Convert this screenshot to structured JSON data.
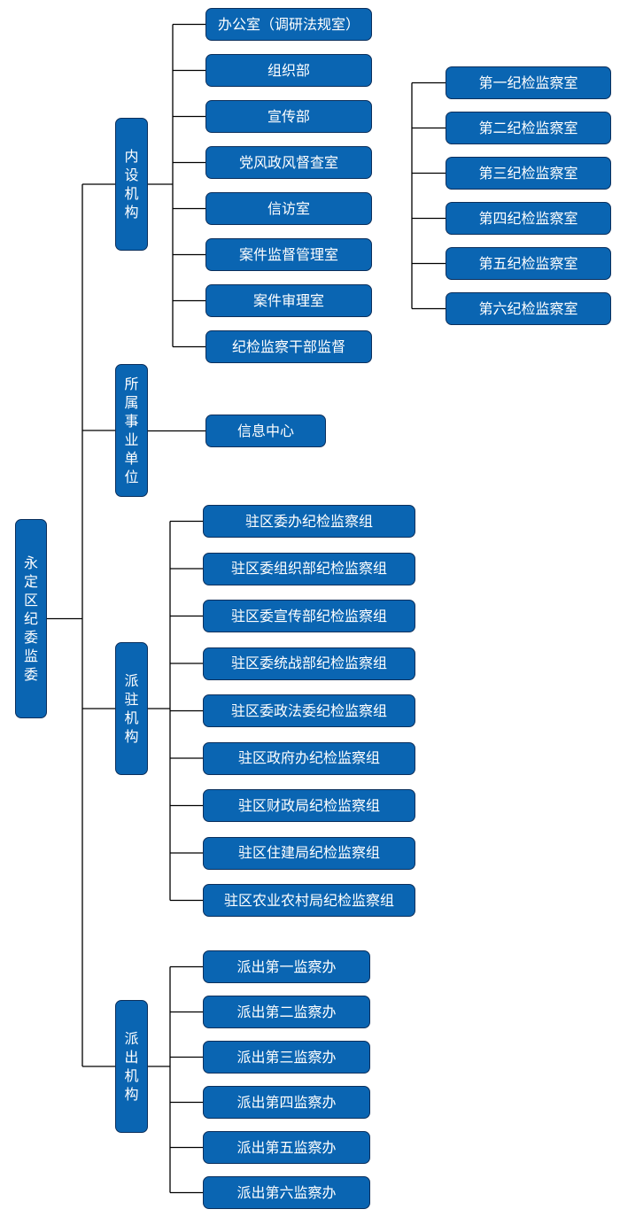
{
  "root": {
    "label": "永定区纪委监委"
  },
  "categories": [
    {
      "id": "neishe",
      "label": "内设机构",
      "items": [
        "办公室（调研法规室）",
        "组织部",
        "宣传部",
        "党风政风督查室",
        "信访室",
        "案件监督管理室",
        "案件审理室",
        "纪检监察干部监督"
      ]
    },
    {
      "id": "shiye",
      "label": "所属事业单位",
      "items": [
        "信息中心"
      ]
    },
    {
      "id": "paizhu",
      "label": "派驻机构",
      "items": [
        "驻区委办纪检监察组",
        "驻区委组织部纪检监察组",
        "驻区委宣传部纪检监察组",
        "驻区委统战部纪检监察组",
        "驻区委政法委纪检监察组",
        "驻区政府办纪检监察组",
        "驻区财政局纪检监察组",
        "驻区住建局纪检监察组",
        "驻区农业农村局纪检监察组"
      ]
    },
    {
      "id": "paichu",
      "label": "派出机构",
      "items": [
        "派出第一监察办",
        "派出第二监察办",
        "派出第三监察办",
        "派出第四监察办",
        "派出第五监察办",
        "派出第六监察办"
      ]
    }
  ],
  "side_group": {
    "items": [
      "第一纪检监察室",
      "第二纪检监察室",
      "第三纪检监察室",
      "第四纪检监察室",
      "第五纪检监察室",
      "第六纪检监察室"
    ]
  },
  "colors": {
    "box_fill": "#0a65b2",
    "box_border": "#0b2f5c",
    "line": "#000000",
    "text": "#ffffff"
  }
}
